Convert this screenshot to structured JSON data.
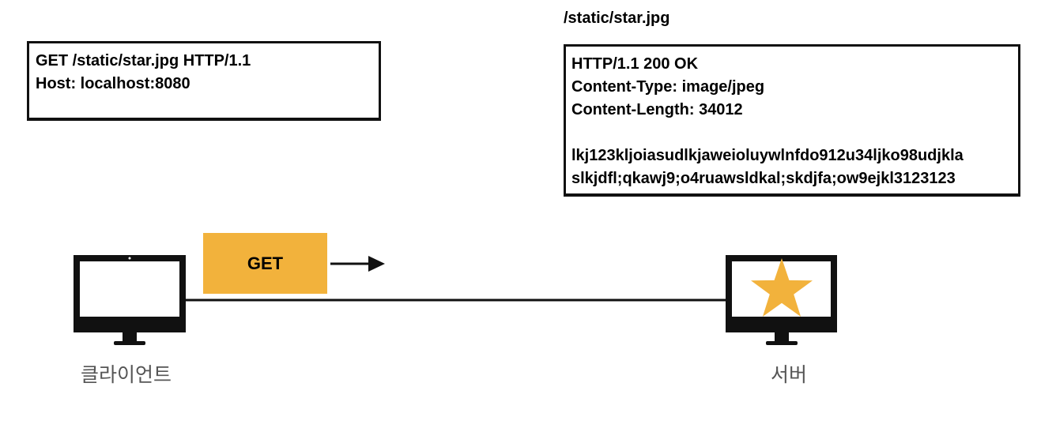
{
  "request": {
    "lines": [
      "GET /static/star.jpg HTTP/1.1",
      "Host: localhost:8080"
    ]
  },
  "response": {
    "path": "/static/star.jpg",
    "lines": [
      "HTTP/1.1 200 OK",
      "Content-Type: image/jpeg",
      "Content-Length: 34012",
      "",
      "lkj123kljoiasudlkjaweioluywlnfdo912u34ljko98udjkla",
      "slkjdfl;qkawj9;o4ruawsldkal;skdjfa;ow9ejkl3123123"
    ]
  },
  "method_badge": {
    "label": "GET",
    "color": "#f2b23c"
  },
  "client": {
    "label": "클라이언트",
    "icon": "monitor-icon"
  },
  "server": {
    "label": "서버",
    "icon": "monitor-icon",
    "screen_icon": "star-icon",
    "star_color": "#f2b23c"
  }
}
